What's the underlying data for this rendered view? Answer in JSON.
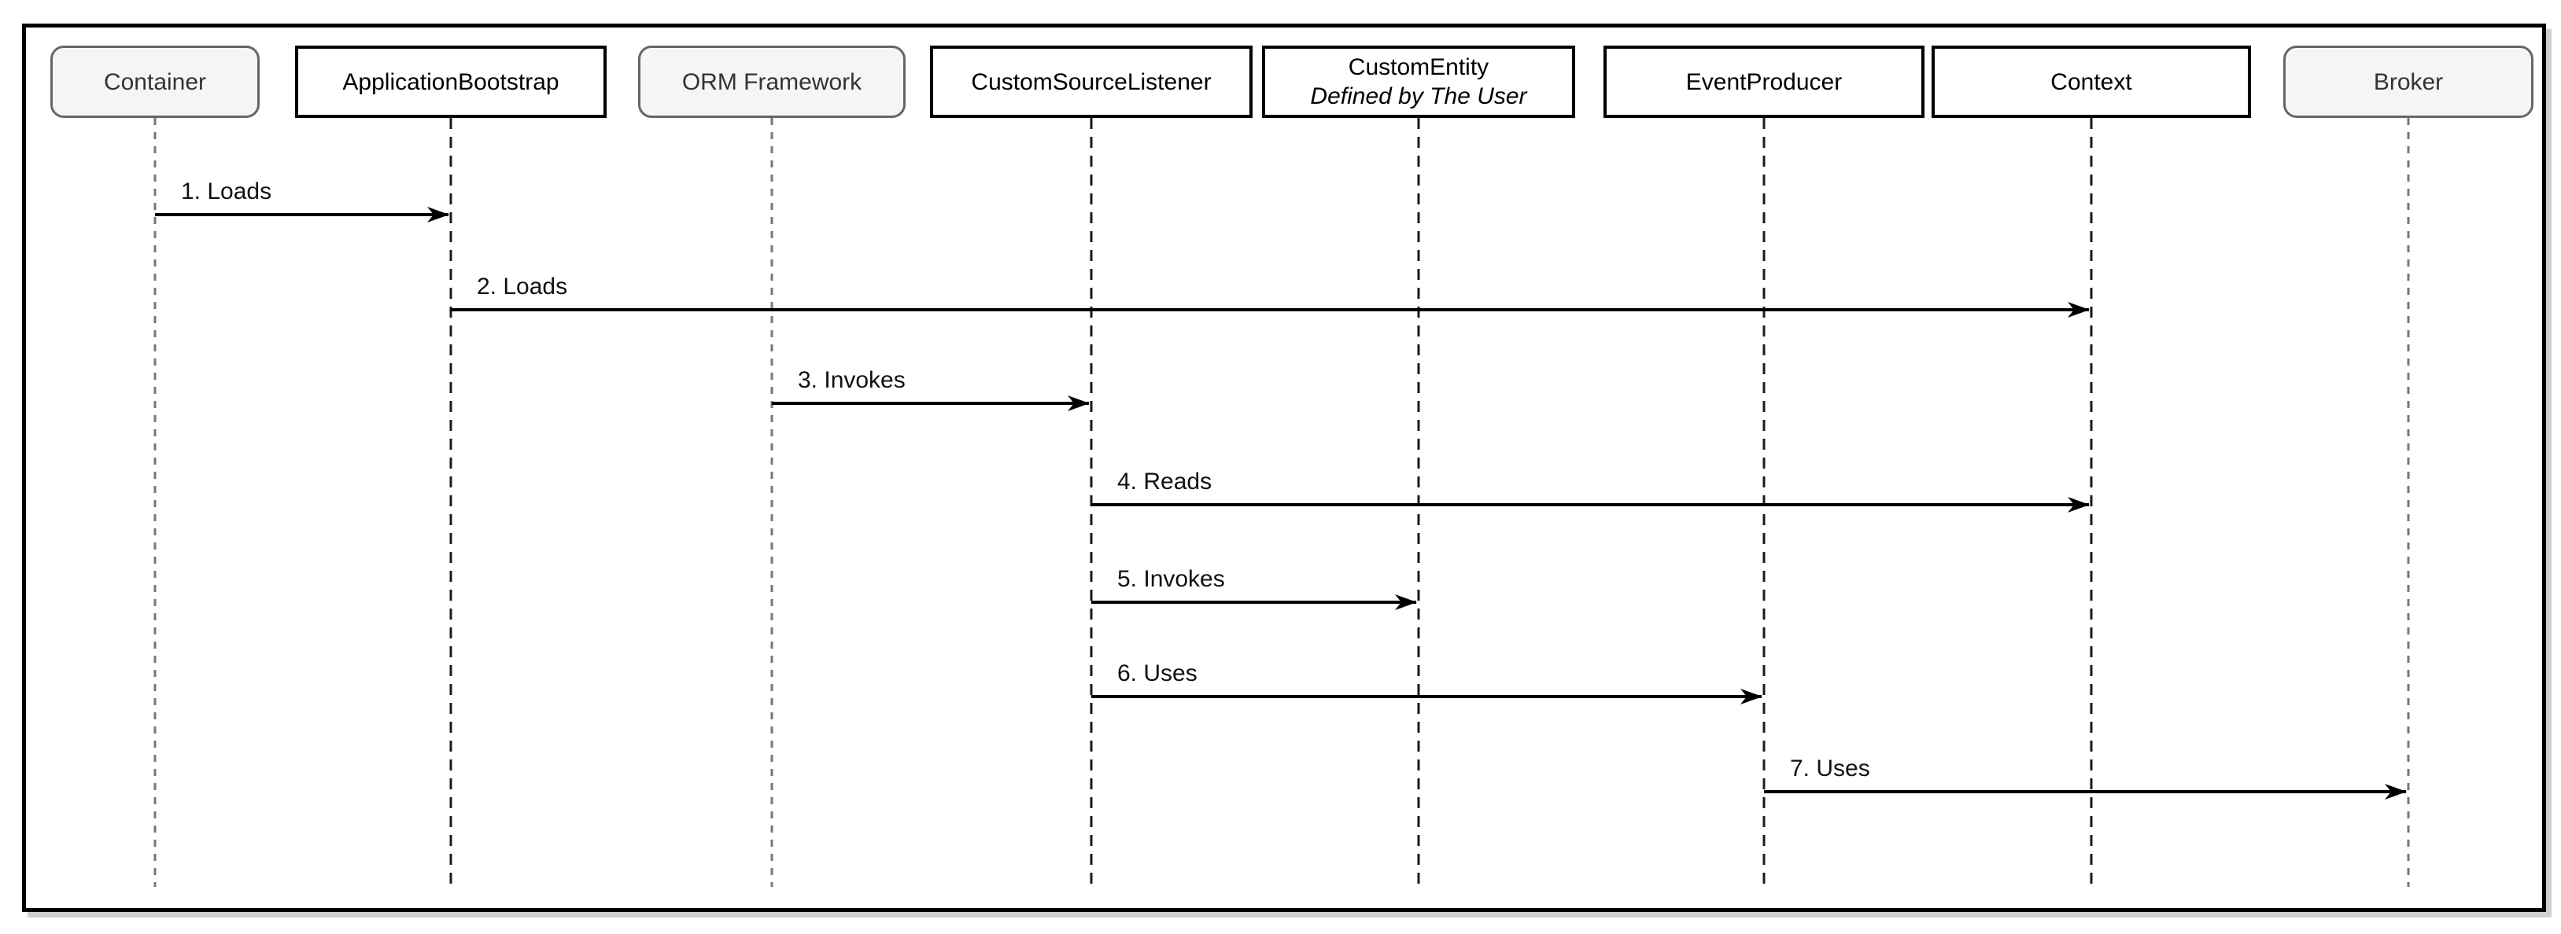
{
  "diagram": {
    "type": "uml-sequence-diagram",
    "participants": [
      {
        "id": "container",
        "label": "Container",
        "variant": "rounded"
      },
      {
        "id": "application-bootstrap",
        "label": "ApplicationBootstrap",
        "variant": "plain"
      },
      {
        "id": "orm-framework",
        "label": "ORM Framework",
        "variant": "rounded"
      },
      {
        "id": "custom-source-listener",
        "label": "CustomSourceListener",
        "variant": "plain"
      },
      {
        "id": "custom-entity",
        "label": "CustomEntity",
        "subtitle": "Defined by The User",
        "variant": "plain"
      },
      {
        "id": "event-producer",
        "label": "EventProducer",
        "variant": "plain"
      },
      {
        "id": "context",
        "label": "Context",
        "variant": "plain"
      },
      {
        "id": "broker",
        "label": "Broker",
        "variant": "rounded"
      }
    ],
    "messages": [
      {
        "seq": 1,
        "label": "1. Loads",
        "from": "container",
        "to": "application-bootstrap"
      },
      {
        "seq": 2,
        "label": "2. Loads",
        "from": "application-bootstrap",
        "to": "context"
      },
      {
        "seq": 3,
        "label": "3. Invokes",
        "from": "orm-framework",
        "to": "custom-source-listener"
      },
      {
        "seq": 4,
        "label": "4. Reads",
        "from": "custom-source-listener",
        "to": "context"
      },
      {
        "seq": 5,
        "label": "5. Invokes",
        "from": "custom-source-listener",
        "to": "custom-entity"
      },
      {
        "seq": 6,
        "label": "6. Uses",
        "from": "custom-source-listener",
        "to": "event-producer"
      },
      {
        "seq": 7,
        "label": "7. Uses",
        "from": "event-producer",
        "to": "broker"
      }
    ],
    "colors": {
      "rounded_fill": "#f5f5f5",
      "rounded_border": "#666666",
      "rounded_text": "#333333",
      "plain_fill": "#ffffff",
      "plain_border": "#000000",
      "plain_text": "#000000",
      "lifeline_rounded": "#777777",
      "lifeline_plain": "#1a1a1a",
      "arrow": "#000000",
      "frame_border": "#000000",
      "background": "#ffffff"
    }
  }
}
